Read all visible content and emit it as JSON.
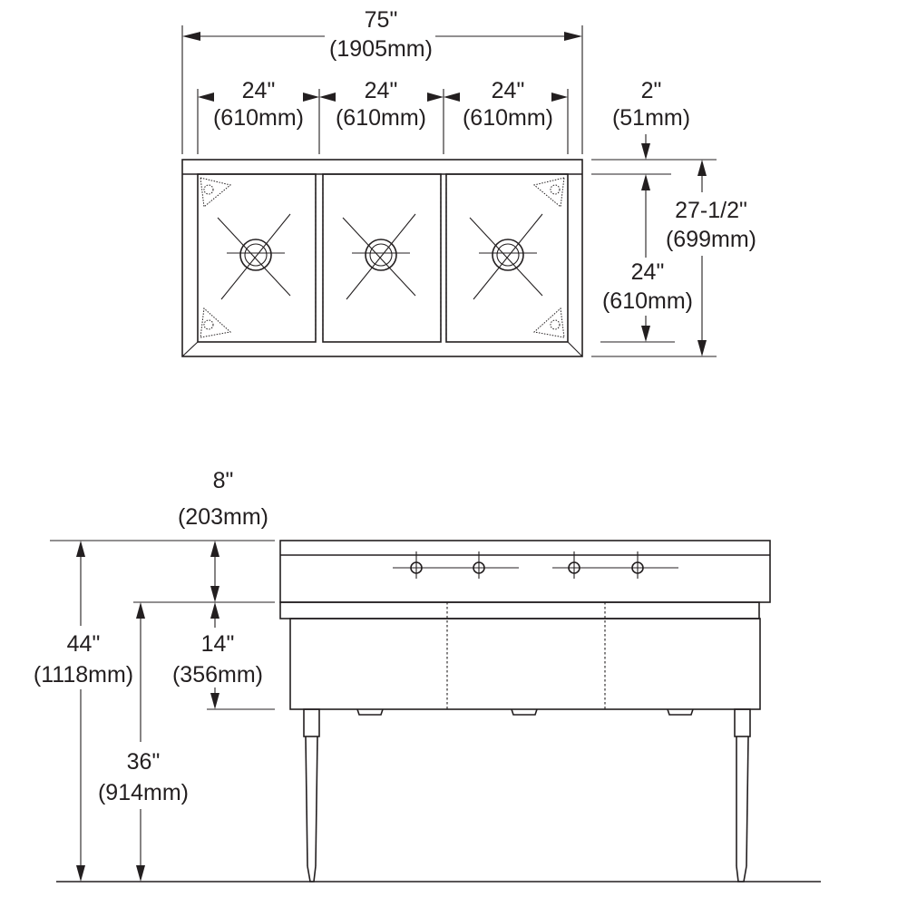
{
  "top_view": {
    "overall_width": {
      "imperial": "75\"",
      "metric": "(1905mm)"
    },
    "bowl_1_width": {
      "imperial": "24\"",
      "metric": "(610mm)"
    },
    "bowl_2_width": {
      "imperial": "24\"",
      "metric": "(610mm)"
    },
    "bowl_3_width": {
      "imperial": "24\"",
      "metric": "(610mm)"
    },
    "backsplash_depth": {
      "imperial": "2\"",
      "metric": "(51mm)"
    },
    "overall_depth": {
      "imperial": "27-1/2\"",
      "metric": "(699mm)"
    },
    "bowl_depth": {
      "imperial": "24\"",
      "metric": "(610mm)"
    }
  },
  "front_view": {
    "backsplash_height": {
      "imperial": "8\"",
      "metric": "(203mm)"
    },
    "overall_height": {
      "imperial": "44\"",
      "metric": "(1118mm)"
    },
    "bowl_height": {
      "imperial": "14\"",
      "metric": "(356mm)"
    },
    "rim_height": {
      "imperial": "36\"",
      "metric": "(914mm)"
    }
  }
}
